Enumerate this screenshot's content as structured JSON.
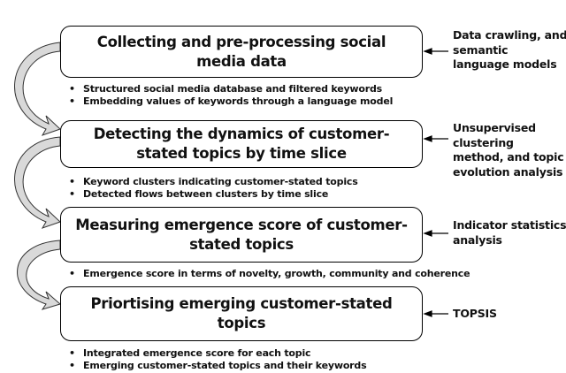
{
  "steps": [
    {
      "title": "Collecting and pre-processing social media data",
      "method": "Data crawling, and semantic language models",
      "outputs": [
        "Structured social media database and filtered keywords",
        "Embedding values of keywords through a language model"
      ]
    },
    {
      "title": "Detecting the dynamics of customer-stated topics by time slice",
      "method": "Unsupervised clustering method, and topic evolution analysis",
      "outputs": [
        "Keyword clusters indicating customer-stated topics",
        "Detected flows between clusters by time slice"
      ]
    },
    {
      "title": "Measuring emergence score of customer-stated topics",
      "method": "Indicator statistics analysis",
      "outputs": [
        "Emergence score in terms of novelty, growth, community and coherence"
      ]
    },
    {
      "title": "Priortising emerging customer-stated topics",
      "method": "TOPSIS",
      "outputs": [
        "Integrated emergence score for each topic",
        "Emerging customer-stated topics and their keywords"
      ]
    }
  ],
  "bullet": "•",
  "colors": {
    "flow_arrow": "#d9d9d9",
    "border": "#000000"
  }
}
